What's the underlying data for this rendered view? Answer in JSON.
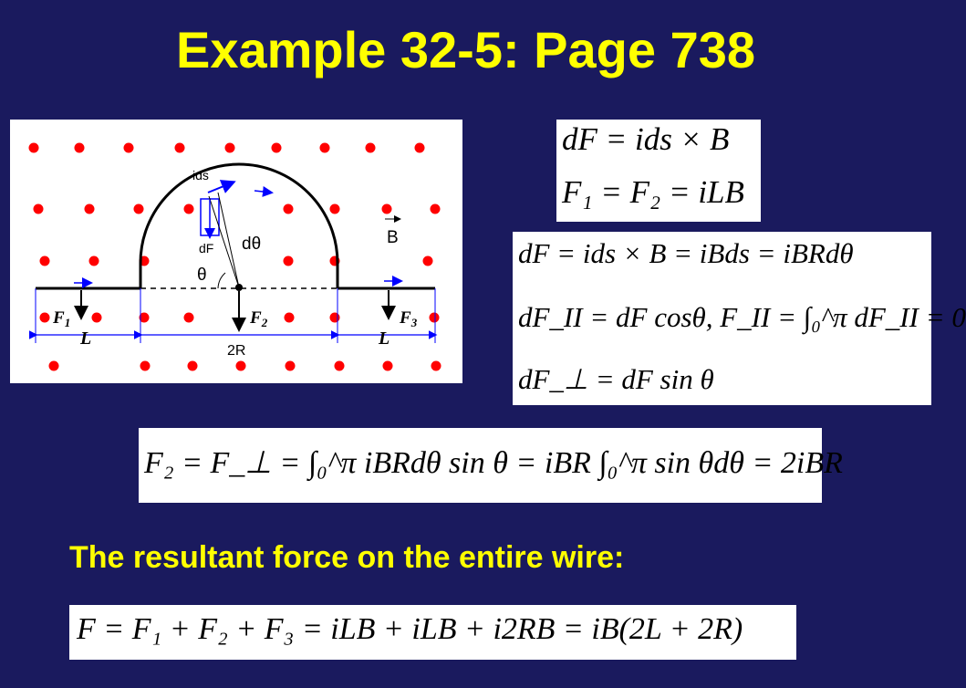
{
  "slide": {
    "title": "Example 32-5: Page 738",
    "subtitle": "The resultant force on the entire wire:",
    "colors": {
      "background": "#1a1a5e",
      "heading": "#ffff00",
      "dots": "#ff0000",
      "arrows": "#0000ff"
    }
  },
  "diagram": {
    "labels": {
      "ids": "ids",
      "dtheta": "dθ",
      "dF": "dF",
      "theta": "θ",
      "B": "B",
      "F1": "F",
      "F1_sub": "1",
      "F2": "F",
      "F2_sub": "2",
      "F3": "F",
      "F3_sub": "3",
      "L_left": "L",
      "L_right": "L",
      "twoR": "2R"
    }
  },
  "equations": {
    "eq1_line1": "dF = ids × B",
    "eq1_line2": "F₁ = F₂ = iLB",
    "eq2_line1": "dF = ids × B = iBds = iBRdθ",
    "eq2_line2": "dF_II = dF cosθ, F_II = ∫₀^π dF_II = 0",
    "eq2_line3": "dF_⊥ = dF sin θ",
    "eq3": "F₂ = F_⊥ = ∫₀^π iBRdθ sin θ = iBR ∫₀^π sin θdθ = 2iBR",
    "eq4": "F = F₁ + F₂ + F₃ = iLB + iLB + i2RB = iB(2L + 2R)"
  }
}
